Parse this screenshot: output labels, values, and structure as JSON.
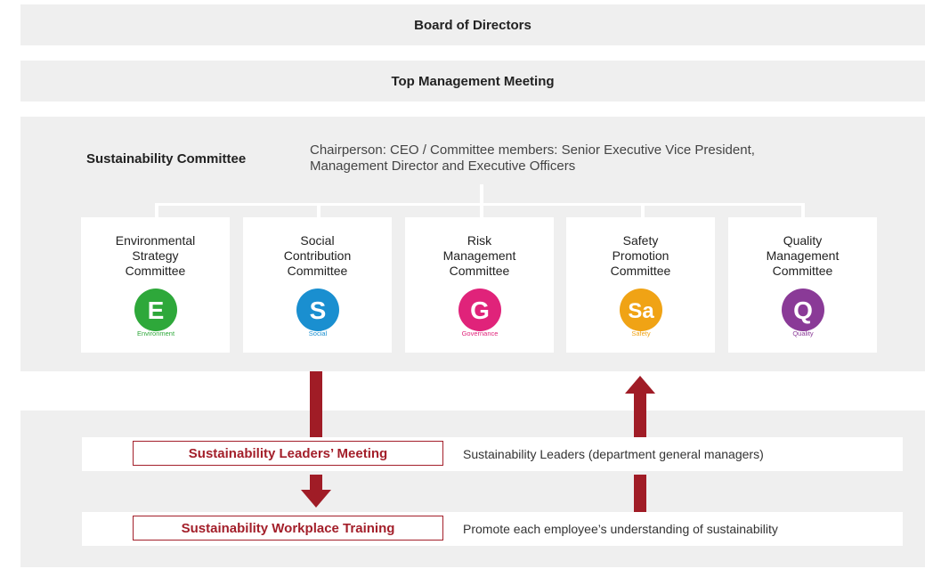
{
  "board": {
    "label": "Board of Directors"
  },
  "top_management": {
    "label": "Top Management Meeting"
  },
  "sustainability_committee": {
    "title": "Sustainability Committee",
    "description_line1": "Chairperson: CEO / Committee members: Senior Executive Vice President,",
    "description_line2": "Management Director and Executive Officers"
  },
  "committees": [
    {
      "name_lines": [
        "Environmental",
        "Strategy",
        "Committee"
      ],
      "letter": "E",
      "tag": "Environment",
      "color": "#2ea83a",
      "icon": "environment-icon"
    },
    {
      "name_lines": [
        "Social",
        "Contribution",
        "Committee"
      ],
      "letter": "S",
      "tag": "Social",
      "color": "#1a8fd0",
      "icon": "social-icon"
    },
    {
      "name_lines": [
        "Risk",
        "Management",
        "Committee"
      ],
      "letter": "G",
      "tag": "Governance",
      "color": "#e0237a",
      "icon": "governance-icon"
    },
    {
      "name_lines": [
        "Safety",
        "Promotion",
        "Committee"
      ],
      "letter": "Sa",
      "tag": "Safety",
      "color": "#f0a315",
      "icon": "safety-icon"
    },
    {
      "name_lines": [
        "Quality",
        "Management",
        "Committee"
      ],
      "letter": "Q",
      "tag": "Quality",
      "color": "#8a3a97",
      "icon": "quality-icon"
    }
  ],
  "leaders_meeting": {
    "label": "Sustainability Leaders’ Meeting",
    "description": "Sustainability Leaders (department general managers)"
  },
  "workplace_training": {
    "label": "Sustainability Workplace Training",
    "description": "Promote each employee’s understanding of sustainability"
  },
  "colors": {
    "accent_red": "#a01c26",
    "band_gray": "#efefef"
  }
}
